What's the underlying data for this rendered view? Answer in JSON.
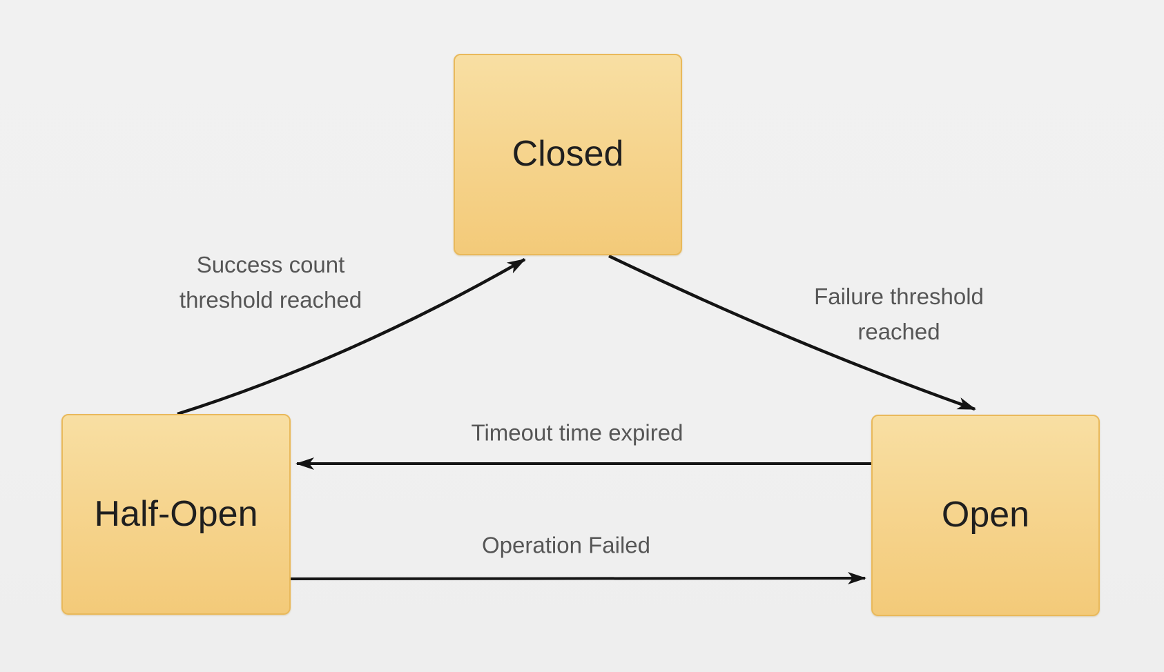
{
  "diagram": {
    "type": "state-transition-diagram",
    "subject": "circuit-breaker-pattern",
    "background_color": "#f0f0f0",
    "node_fill_top": "#f8dfa3",
    "node_fill_bottom": "#f3ca79",
    "node_border_color": "#e9b95b",
    "node_text_color": "#1f1f1f",
    "edge_label_color": "#565656",
    "arrow_color": "#141414",
    "nodes": [
      {
        "id": "closed",
        "label": "Closed"
      },
      {
        "id": "half-open",
        "label": "Half-Open"
      },
      {
        "id": "open",
        "label": "Open"
      }
    ],
    "edges": [
      {
        "from": "half-open",
        "to": "closed",
        "label": "Success count threshold reached"
      },
      {
        "from": "closed",
        "to": "open",
        "label": "Failure threshold reached"
      },
      {
        "from": "open",
        "to": "half-open",
        "label": "Timeout time expired"
      },
      {
        "from": "half-open",
        "to": "open",
        "label": "Operation Failed"
      }
    ]
  }
}
